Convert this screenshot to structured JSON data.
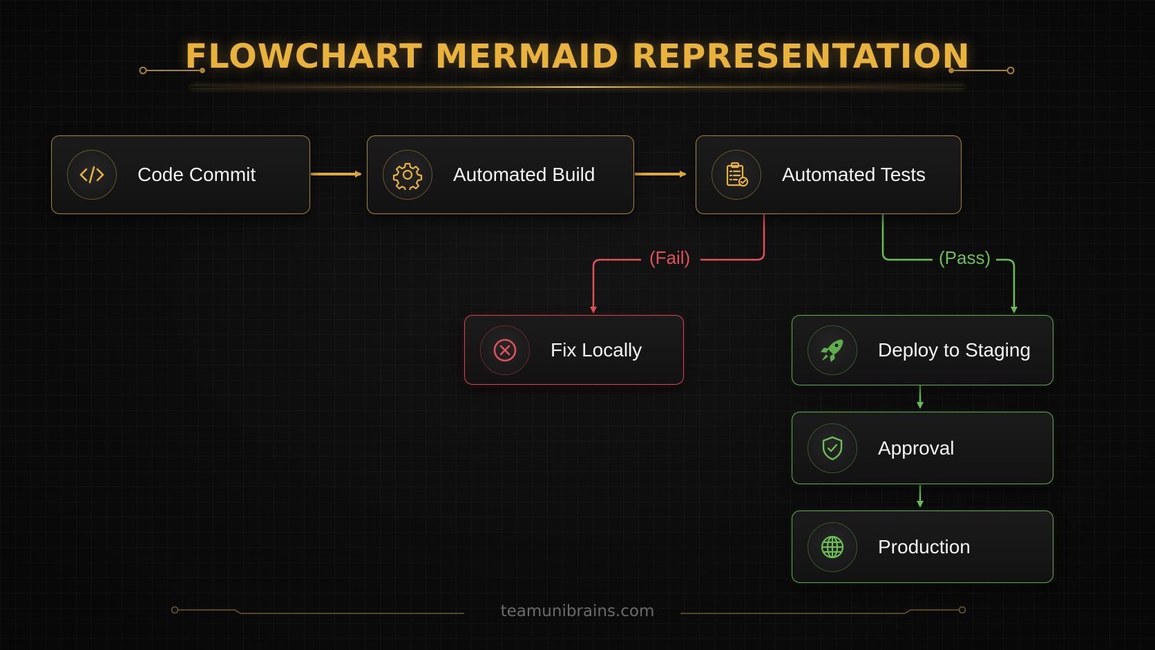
{
  "title": "FLOWCHART MERMAID REPRESENTATION",
  "footer": "teamunibrains.com",
  "colors": {
    "gold": "#e8b23c",
    "fail": "#e0525a",
    "pass": "#6cbf56",
    "background": "#0b0b0b"
  },
  "nodes": {
    "code_commit": {
      "label": "Code Commit",
      "icon": "code-icon"
    },
    "automated_build": {
      "label": "Automated Build",
      "icon": "gear-icon"
    },
    "automated_tests": {
      "label": "Automated Tests",
      "icon": "clipboard-check-icon"
    },
    "fix_locally": {
      "label": "Fix Locally",
      "icon": "x-circle-icon"
    },
    "deploy_staging": {
      "label": "Deploy to Staging",
      "icon": "rocket-icon"
    },
    "approval": {
      "label": "Approval",
      "icon": "shield-check-icon"
    },
    "production": {
      "label": "Production",
      "icon": "globe-icon"
    }
  },
  "edges": {
    "fail_label": "(Fail)",
    "pass_label": "(Pass)"
  }
}
